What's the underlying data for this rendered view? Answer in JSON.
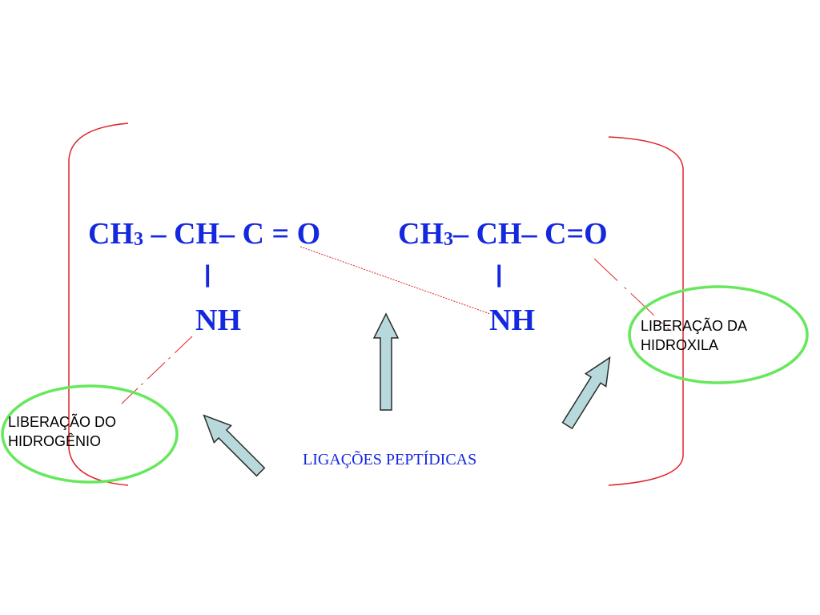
{
  "formula": {
    "left_ch": "CH",
    "left_sub": "3",
    "left_rest": " – CH– C = O",
    "right_ch": "CH",
    "right_sub": "3",
    "right_rest": "– CH– C=O",
    "bond_left": "|",
    "bond_right": "|",
    "nh_left": "NH",
    "nh_right": "NH"
  },
  "labels": {
    "hydroxyl_line1": "LIBERAÇÃO DA",
    "hydroxyl_line2": "HIDROXILA",
    "hydrogen_line1": "LIBERAÇÃO DO",
    "hydrogen_line2": "HIDROGÊNIO",
    "caption": "LIGAÇÕES PEPTÍDICAS"
  },
  "colors": {
    "formula": "#1428e0",
    "bracket": "#e0242a",
    "ellipse": "#66e85c",
    "arrow_fill": "#b7d9dc",
    "arrow_stroke": "#2b2b2b"
  }
}
